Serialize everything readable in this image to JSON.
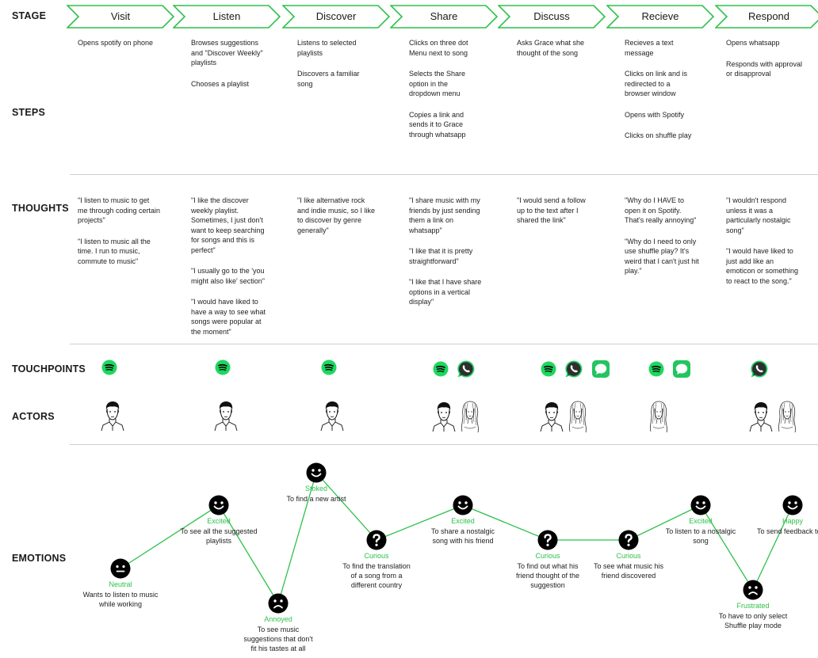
{
  "rows": {
    "stage": "STAGE",
    "steps": "STEPS",
    "thoughts": "THOUGHTS",
    "touchpoints": "TOUCHPOINTS",
    "actors": "ACTORS",
    "emotions": "EMOTIONS"
  },
  "colors": {
    "accent": "#2ec14a",
    "spotify": "#1ed760",
    "whatsapp": "#25d366",
    "messages": "#22c55e",
    "face": "#000000"
  },
  "stages": [
    "Visit",
    "Listen",
    "Discover",
    "Share",
    "Discuss",
    "Recieve",
    "Respond"
  ],
  "steps": [
    [
      "Opens spotify on phone"
    ],
    [
      "Browses suggestions\nand \"Discover Weekly\"\nplaylists",
      "Chooses a playlist"
    ],
    [
      "Listens to selected\nplaylists",
      "Discovers a familiar\nsong"
    ],
    [
      "Clicks on three dot\nMenu next to song",
      "Selects the Share\noption in the\ndropdown menu",
      "Copies a link and\nsends it to Grace\nthrough whatsapp"
    ],
    [
      "Asks Grace what she\nthought of the song"
    ],
    [
      "Recieves a text\nmessage",
      "Clicks on link and is\nredirected to a\nbrowser window",
      "Opens with Spotify",
      "Clicks on shuffle play"
    ],
    [
      "Opens whatsapp",
      "Responds with approval\nor disapproval"
    ]
  ],
  "thoughts": [
    [
      "\"I  listen to music to get\nme through coding certain\nprojects\"",
      "\"I  listen to music all the\ntime. I run to music,\ncommute to music\""
    ],
    [
      "\"I like the discover\nweekly playlist.\nSometimes, I just don't\nwant to keep searching\nfor songs and this is\nperfect\"",
      "\"I usually go to the 'you\nmight also like' section\"",
      "\"I would have liked to\nhave a way to see what\nsongs were popular at\nthe moment\""
    ],
    [
      "\"I like alternative rock\nand indie music, so I like\nto discover by genre\ngenerally\""
    ],
    [
      "\"I share music with my\nfriends by just sending\nthem a link on\nwhatsapp\"",
      "\"I like that it is pretty\nstraightforward\"",
      "\"I like that I have share\noptions in a vertical\ndisplay\""
    ],
    [
      "\"I would send a follow\nup to the text after I\nshared the link\""
    ],
    [
      "\"Why do I HAVE to\nopen it on Spotify.\nThat's really annoying\"",
      "\"Why do I need to only\nuse shuffle play? It's\nweird that I can't just hit\nplay.\""
    ],
    [
      "\"I wouldn't respond\nunless it was a\nparticularly nostalgic\nsong\"",
      "\"I would have liked to\njust add like an\nemoticon or something\nto react to the song.\""
    ]
  ],
  "touchpoints": [
    [
      "spotify-icon"
    ],
    [
      "spotify-icon"
    ],
    [
      "spotify-icon"
    ],
    [
      "spotify-icon",
      "whatsapp-icon"
    ],
    [
      "spotify-icon",
      "whatsapp-icon",
      "messages-icon"
    ],
    [
      "spotify-icon",
      "messages-icon"
    ],
    [
      "whatsapp-icon"
    ]
  ],
  "actors": [
    [
      "man-avatar-icon"
    ],
    [
      "man-avatar-icon"
    ],
    [
      "man-avatar-icon"
    ],
    [
      "man-avatar-icon",
      "woman-avatar-icon"
    ],
    [
      "man-avatar-icon",
      "woman-avatar-icon"
    ],
    [
      "woman-avatar-icon"
    ],
    [
      "man-avatar-icon",
      "woman-avatar-icon"
    ]
  ],
  "emotions": [
    {
      "face": "neutral",
      "label": "Neutral",
      "desc": "Wants to listen to music\nwhile working"
    },
    {
      "face": "happy",
      "label": "Excited",
      "desc": "To see all the suggested\nplaylists"
    },
    {
      "face": "sad",
      "label": "Annoyed",
      "desc": "To see music\nsuggestions that don't\nfit his tastes at all"
    },
    {
      "face": "happy",
      "label": "Stoked",
      "desc": "To find a new artist"
    },
    {
      "face": "question",
      "label": "Curious",
      "desc": "To find the translation\nof a song from a\ndifferent country"
    },
    {
      "face": "happy",
      "label": "Excited",
      "desc": "To share a nostalgic\nsong with his friend"
    },
    {
      "face": "question",
      "label": "Curious",
      "desc": "To find out what his\nfriend thought of the\nsuggestion"
    },
    {
      "face": "question",
      "label": "Curious",
      "desc": "To see what music his\nfriend discovered"
    },
    {
      "face": "happy",
      "label": "Excited",
      "desc": "To listen to a nostalgic\nsong"
    },
    {
      "face": "sad",
      "label": "Frustrated",
      "desc": "To have to only select\nShuffle play mode"
    },
    {
      "face": "happy",
      "label": "Happy",
      "desc": "To send feedback to his\nfriend on what he\nthought of the music"
    }
  ]
}
